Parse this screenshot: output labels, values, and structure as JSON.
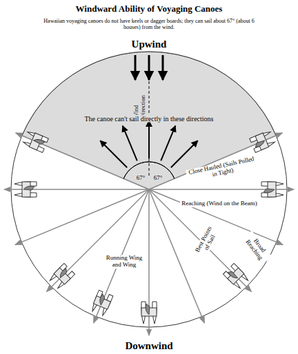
{
  "diagram": {
    "title": "Windward Ability of Voyaging Canoes",
    "labels": [
      "Hawaiian voyaging canoes do not have keels or dagger boards; they can sail about 67° (about 6 houses) from the wind.",
      "Upwind",
      "Wind Direction",
      "The canoe can't sail directly in these directions",
      "67°",
      "67°",
      "Close Hauled (Sails Pulled in Tight)",
      "Reaching (Wind on the Beam)",
      "Best Points of Sail",
      "Broad Reaching",
      "Running Wing and Wing",
      "Downwind"
    ]
  }
}
